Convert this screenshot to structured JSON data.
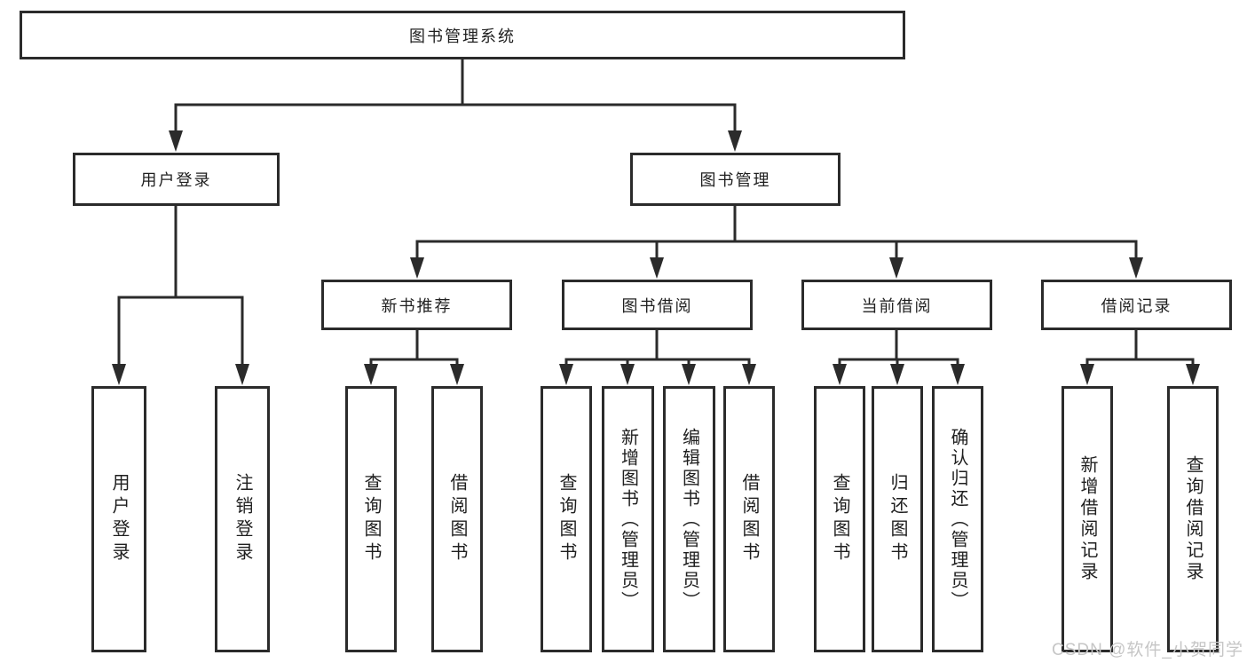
{
  "colors": {
    "line": "#2b2b2b",
    "box_border": "#2b2b2b",
    "box_fill": "#ffffff",
    "text": "#1f1f1f",
    "watermark": "#c6c6c6"
  },
  "tree": {
    "root": {
      "label": "图书管理系统"
    },
    "branches": [
      {
        "label": "用户登录",
        "children": [
          {
            "label": "用户登录"
          },
          {
            "label": "注销登录"
          }
        ]
      },
      {
        "label": "图书管理",
        "children": [
          {
            "label": "新书推荐",
            "children": [
              {
                "label": "查询图书"
              },
              {
                "label": "借阅图书"
              }
            ]
          },
          {
            "label": "图书借阅",
            "children": [
              {
                "label": "查询图书"
              },
              {
                "label": "新增图书（管理员）"
              },
              {
                "label": "编辑图书（管理员）"
              },
              {
                "label": "借阅图书"
              }
            ]
          },
          {
            "label": "当前借阅",
            "children": [
              {
                "label": "查询图书"
              },
              {
                "label": "归还图书"
              },
              {
                "label": "确认归还（管理员）"
              }
            ]
          },
          {
            "label": "借阅记录",
            "children": [
              {
                "label": "新增借阅记录"
              },
              {
                "label": "查询借阅记录"
              }
            ]
          }
        ]
      }
    ]
  },
  "watermark": "CSDN @软件_小贺同学"
}
